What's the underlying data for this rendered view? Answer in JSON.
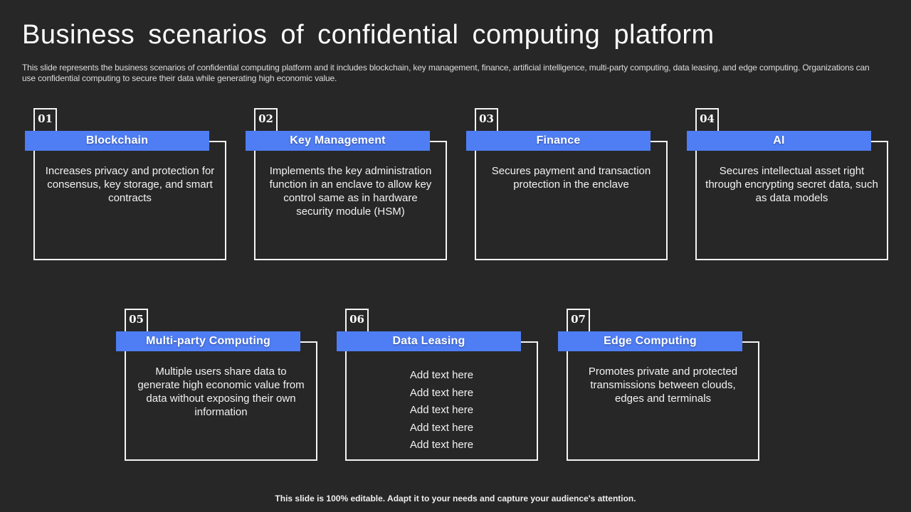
{
  "slide": {
    "title": "Business scenarios of confidential computing platform",
    "description": "This slide represents the business scenarios of confidential computing platform and it includes blockchain, key management, finance, artificial intelligence, multi-party computing, data leasing, and edge computing. Organizations can use confidential computing to secure their data while generating high economic value.",
    "footer_note": "This slide is 100% editable. Adapt it to your needs and capture your audience's attention."
  },
  "colors": {
    "background": "#272727",
    "accent_blue": "#4F7DF3",
    "card_border": "#F5F5F5",
    "text_primary": "#F2F2F2",
    "text_secondary": "#DCDCDC"
  },
  "cards": [
    {
      "number": "01",
      "title": "Blockchain",
      "body": "Increases privacy and protection for consensus, key storage, and smart contracts"
    },
    {
      "number": "02",
      "title": "Key Management",
      "body": "Implements the key administration function in an enclave to allow key control same as in hardware security module (HSM)"
    },
    {
      "number": "03",
      "title": "Finance",
      "body": "Secures payment and transaction protection in the enclave"
    },
    {
      "number": "04",
      "title": "AI",
      "body": "Secures intellectual asset right through encrypting secret data, such as data models"
    },
    {
      "number": "05",
      "title": "Multi-party Computing",
      "body": "Multiple users share data to generate high economic value from data without exposing their own information"
    },
    {
      "number": "06",
      "title": "Data Leasing",
      "body": "Add text here\nAdd text here\nAdd text here\nAdd text here\nAdd text here"
    },
    {
      "number": "07",
      "title": "Edge Computing",
      "body": "Promotes private and protected transmissions between clouds, edges and terminals"
    }
  ]
}
